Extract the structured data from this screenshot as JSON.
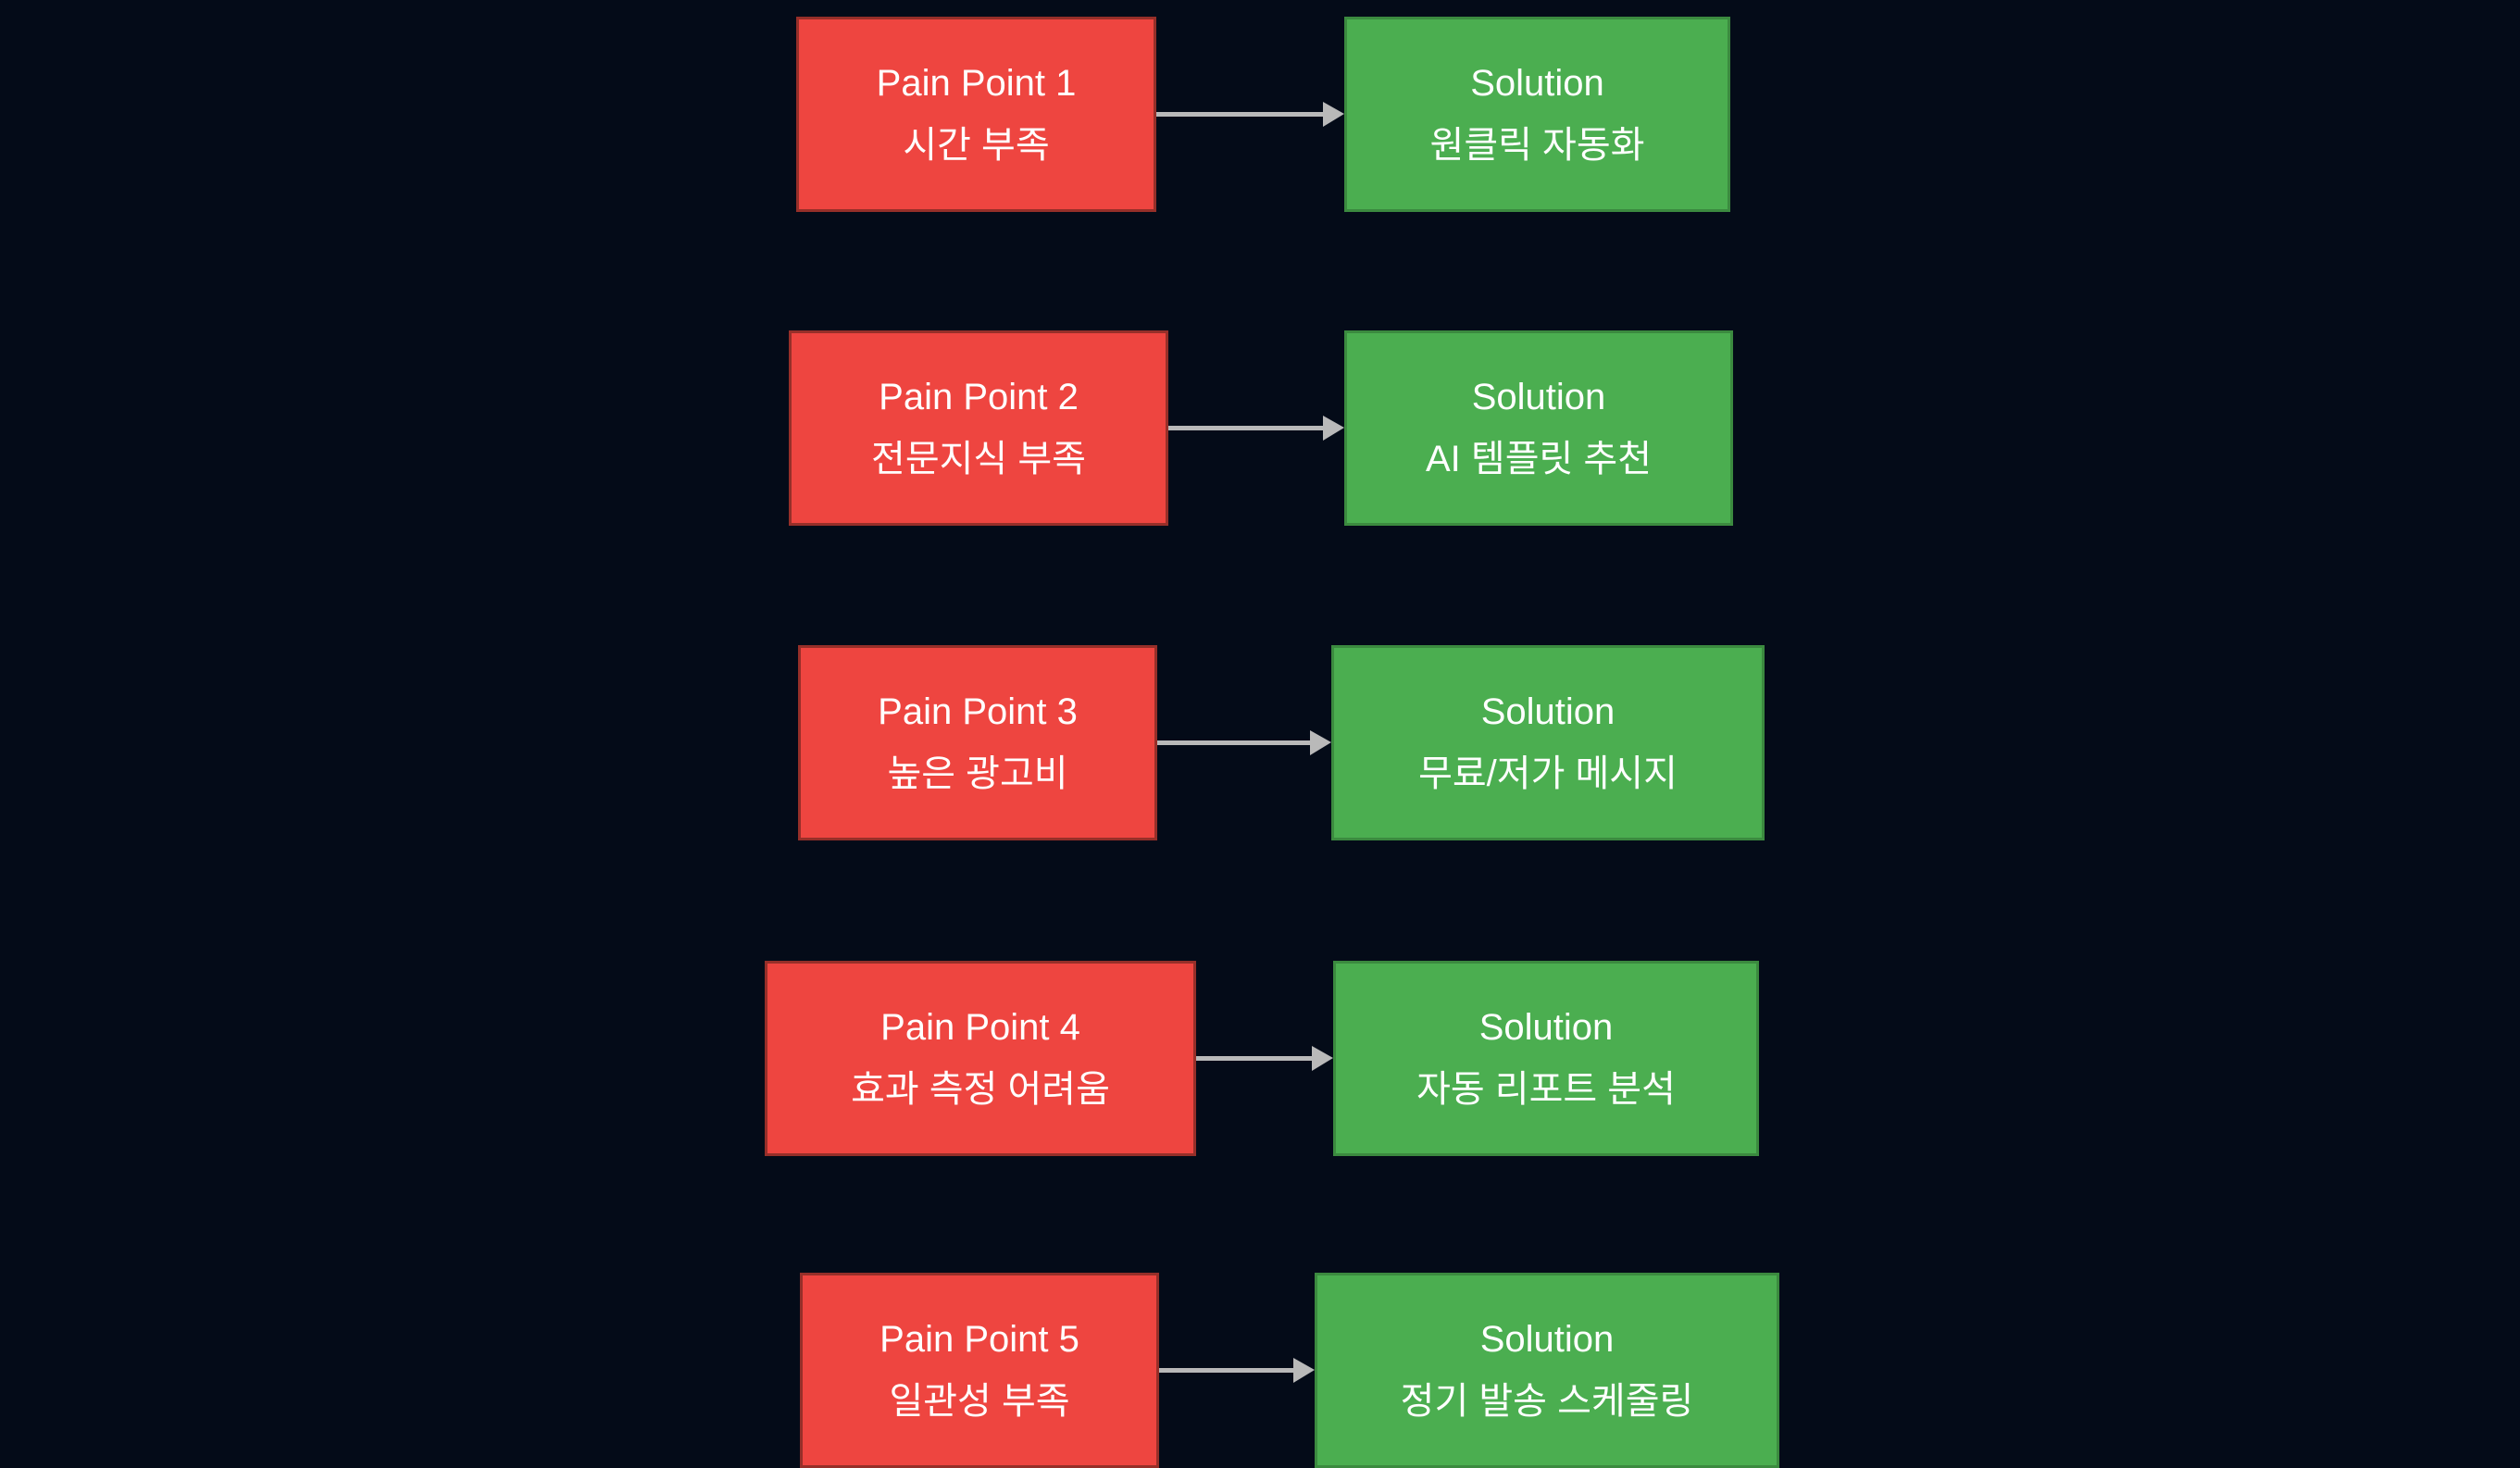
{
  "theme": {
    "background": "#040b18",
    "pain_fill": "#ee4540",
    "pain_stroke": "#962f29",
    "solution_fill": "#4bae50",
    "solution_stroke": "#3b8a3f",
    "arrow_color": "#b9b9b9",
    "text_color": "#ffffff"
  },
  "rows": [
    {
      "pain_title": "Pain Point 1",
      "pain_desc": "시간 부족",
      "solution_title": "Solution",
      "solution_desc": "원클릭 자동화"
    },
    {
      "pain_title": "Pain Point 2",
      "pain_desc": "전문지식 부족",
      "solution_title": "Solution",
      "solution_desc": "AI 템플릿 추천"
    },
    {
      "pain_title": "Pain Point 3",
      "pain_desc": "높은 광고비",
      "solution_title": "Solution",
      "solution_desc": "무료/저가 메시지"
    },
    {
      "pain_title": "Pain Point 4",
      "pain_desc": "효과 측정 어려움",
      "solution_title": "Solution",
      "solution_desc": "자동 리포트 분석"
    },
    {
      "pain_title": "Pain Point 5",
      "pain_desc": "일관성 부족",
      "solution_title": "Solution",
      "solution_desc": "정기 발송 스케줄링"
    }
  ]
}
